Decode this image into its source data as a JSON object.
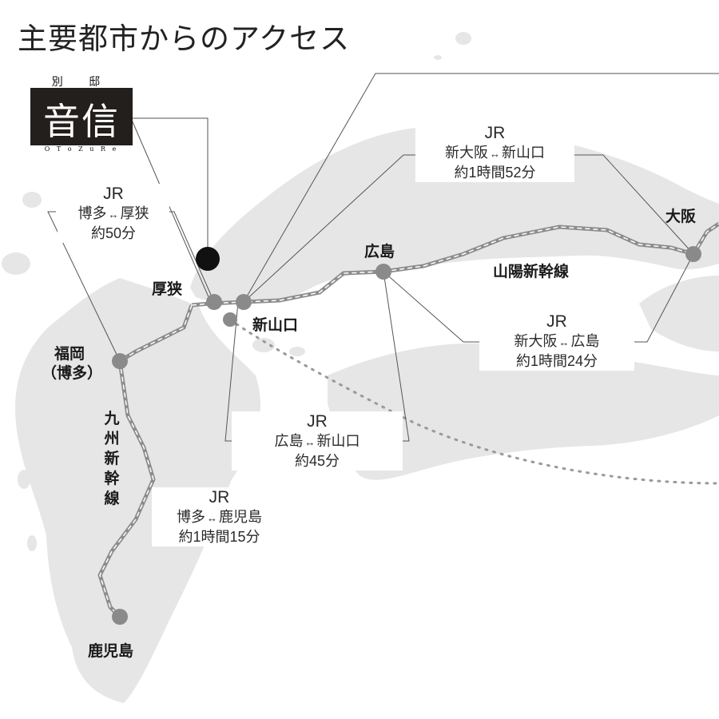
{
  "title": "主要都市からのアクセス",
  "logo": {
    "top": "別 邸",
    "main": "音信",
    "sub": "O T o Z u R e"
  },
  "cities": {
    "osaka": "大阪",
    "hiroshima": "広島",
    "shinyamaguchi": "新山口",
    "asa": "厚狭",
    "fukuoka_line1": "福岡",
    "fukuoka_line2": "（博多）",
    "kagoshima": "鹿児島"
  },
  "lines": {
    "sanyo": "山陽新幹線",
    "kyushu": "九州新幹線"
  },
  "routes": [
    {
      "carrier": "JR",
      "from": "新大阪",
      "arrow": "↔",
      "to": "新山口",
      "time": "約1時間52分"
    },
    {
      "carrier": "JR",
      "from": "博多",
      "arrow": "↔",
      "to": "厚狭",
      "time": "約50分"
    },
    {
      "carrier": "JR",
      "from": "新大阪",
      "arrow": "↔",
      "to": "広島",
      "time": "約1時間24分"
    },
    {
      "carrier": "JR",
      "from": "広島",
      "arrow": "↔",
      "to": "新山口",
      "time": "約45分"
    },
    {
      "carrier": "JR",
      "from": "博多",
      "arrow": "↔",
      "to": "鹿児島",
      "time": "約1時間15分"
    }
  ],
  "colors": {
    "land": "#e6e6e6",
    "rail": "#8c8c8c",
    "station": "#8a8a8a",
    "hotel": "#111111",
    "leader": "#555555",
    "dotted": "#9a9a9a"
  },
  "icons": {
    "hotel_marker": "filled-black-circle",
    "station_marker": "filled-grey-circle"
  }
}
